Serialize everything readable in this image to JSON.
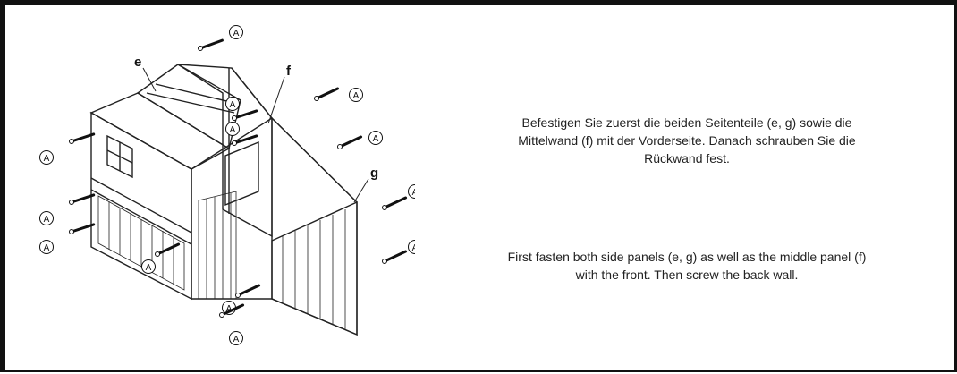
{
  "instructions": {
    "de_line1": "Befestigen Sie zuerst die beiden Seitenteile (e, g) sowie die",
    "de_line2": "Mittelwand (f) mit der Vorderseite. Danach schrauben Sie die",
    "de_line3": "Rückwand fest.",
    "en_line1": "First fasten both side panels (e, g) as well as the middle panel (f)",
    "en_line2": "with the front. Then screw the back wall."
  },
  "illustration": {
    "panel_e_label": "e",
    "panel_f_label": "f",
    "panel_g_label": "g",
    "screw_label": "A"
  },
  "colors": {
    "frame": "#111111",
    "line": "#222222",
    "text": "#222222"
  }
}
